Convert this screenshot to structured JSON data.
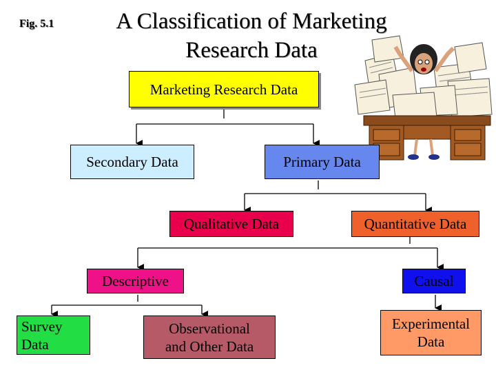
{
  "header": {
    "fig_label": "Fig. 5.1",
    "title_line1": "A Classification of Marketing",
    "title_line2": "Research Data"
  },
  "nodes": {
    "root": "Marketing Research Data",
    "secondary": "Secondary Data",
    "primary": "Primary Data",
    "qualitative": "Qualitative Data",
    "quantitative": "Quantitative Data",
    "descriptive": "Descriptive",
    "causal": "Causal",
    "survey_line1": "Survey",
    "survey_line2": "Data",
    "observational_line1": "Observational",
    "observational_line2": "and Other Data",
    "experimental_line1": "Experimental",
    "experimental_line2": "Data"
  },
  "colors": {
    "root": "#ffff00",
    "secondary": "#cceeff",
    "primary": "#6688ee",
    "qualitative": "#e8004c",
    "quantitative": "#f0602a",
    "descriptive": "#ee1188",
    "causal": "#1010ee",
    "survey": "#22dd44",
    "observational": "#b55a66",
    "experimental": "#ff9966"
  },
  "illustration": "overwhelmed-office-worker-at-desk-with-paper-piles"
}
